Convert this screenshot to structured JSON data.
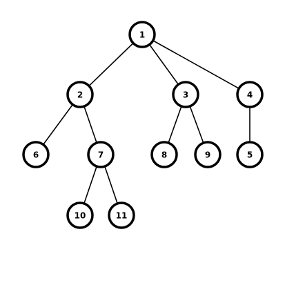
{
  "tree": {
    "nodes": [
      {
        "id": "1",
        "label": "1"
      },
      {
        "id": "2",
        "label": "2"
      },
      {
        "id": "3",
        "label": "3"
      },
      {
        "id": "4",
        "label": "4"
      },
      {
        "id": "6",
        "label": "6"
      },
      {
        "id": "7",
        "label": "7"
      },
      {
        "id": "8",
        "label": "8"
      },
      {
        "id": "9",
        "label": "9"
      },
      {
        "id": "5",
        "label": "5"
      },
      {
        "id": "10",
        "label": "10"
      },
      {
        "id": "11",
        "label": "11"
      }
    ],
    "edges": [
      {
        "from": "1",
        "to": "2"
      },
      {
        "from": "1",
        "to": "3"
      },
      {
        "from": "1",
        "to": "4"
      },
      {
        "from": "2",
        "to": "6"
      },
      {
        "from": "2",
        "to": "7"
      },
      {
        "from": "3",
        "to": "8"
      },
      {
        "from": "3",
        "to": "9"
      },
      {
        "from": "4",
        "to": "5"
      },
      {
        "from": "7",
        "to": "10"
      },
      {
        "from": "7",
        "to": "11"
      }
    ]
  }
}
